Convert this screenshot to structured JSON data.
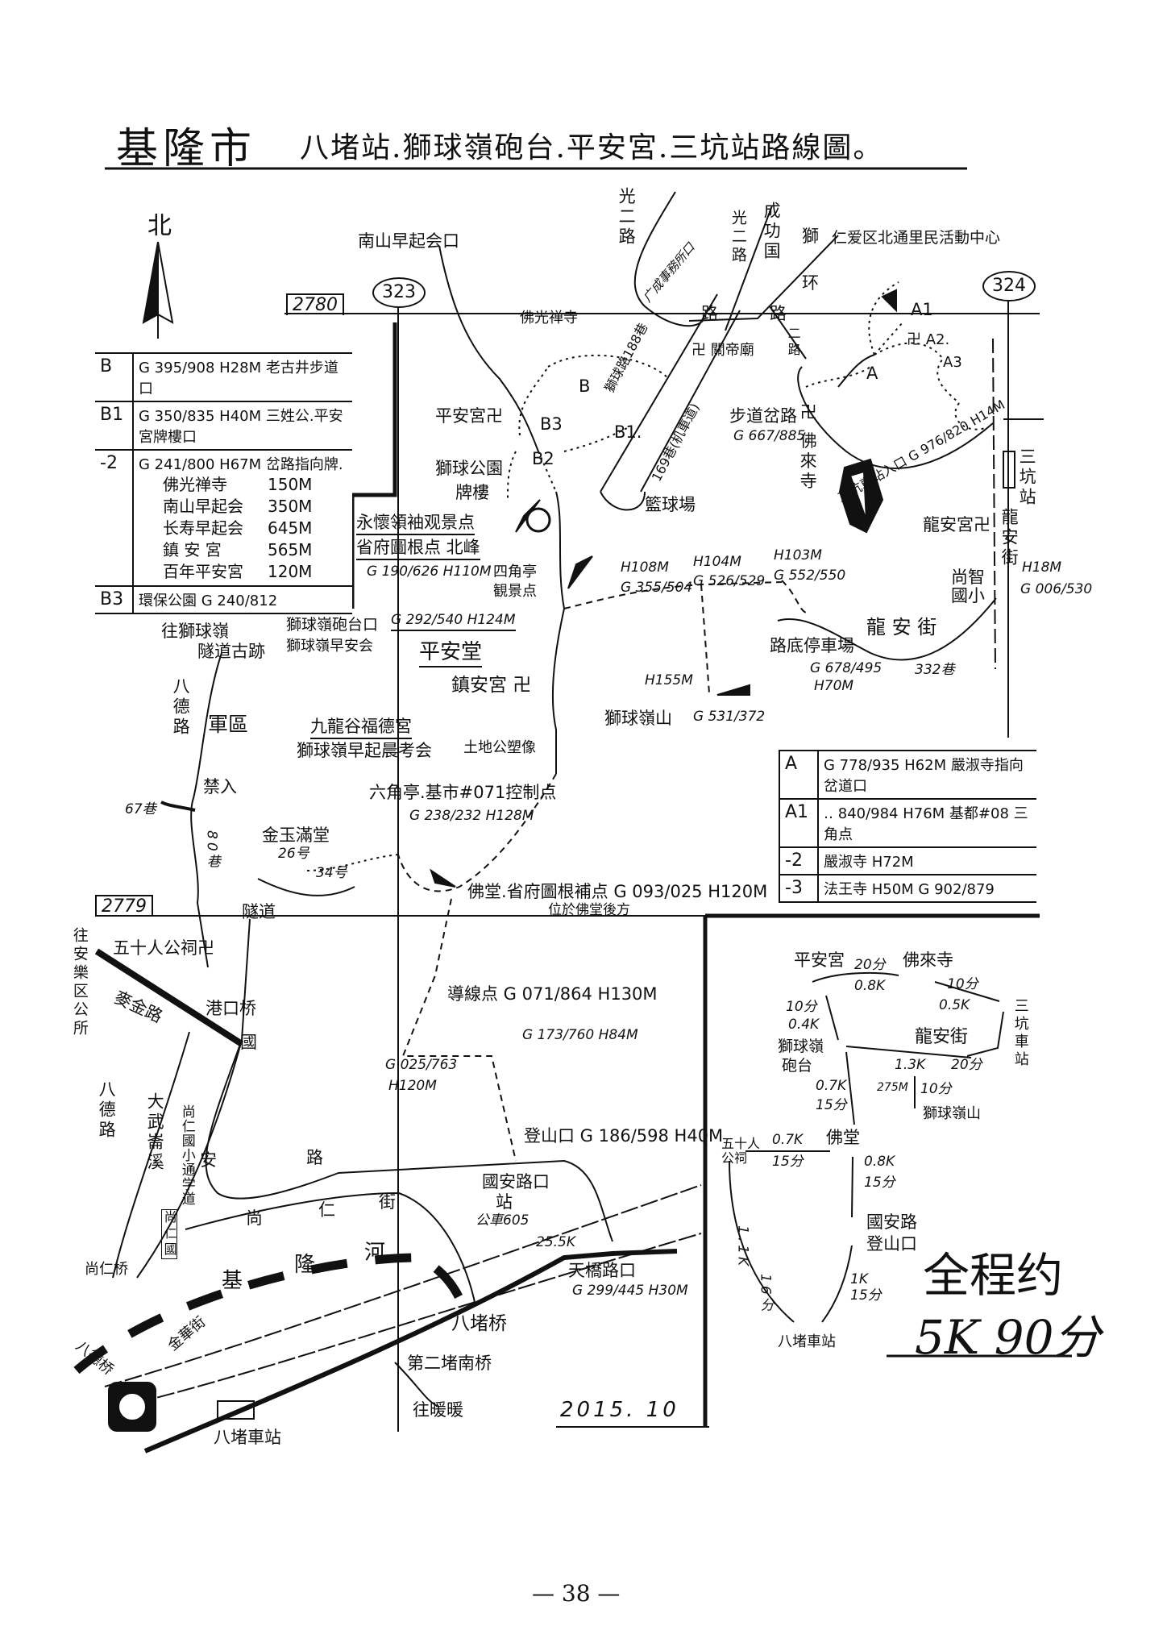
{
  "title": "基隆市",
  "subtitle": "八堵站.獅球嶺砲台.平安宮.三坑站路線圖。",
  "north": "北",
  "grid": {
    "h_top": "2780",
    "h_bottom": "2779",
    "v_left": "323",
    "v_right": "324"
  },
  "table_b": [
    {
      "key": "B",
      "text": "G 395/908 H28M 老古井步道口"
    },
    {
      "key": "B1",
      "text": "G 350/835 H40M 三姓公.平安宮牌樓口"
    },
    {
      "key": "-2",
      "text": "G 241/800 H67M 岔路指向牌.",
      "items": [
        {
          "name": "佛光禅寺",
          "dist": "150M"
        },
        {
          "name": "南山早起会",
          "dist": "350M"
        },
        {
          "name": "长寿早起会",
          "dist": "645M"
        },
        {
          "name": "鎮 安 宮",
          "dist": "565M"
        },
        {
          "name": "百年平安宮",
          "dist": "120M"
        }
      ]
    },
    {
      "key": "B3",
      "text": "環保公園 G 240/812"
    }
  ],
  "table_a": [
    {
      "key": "A",
      "text": "G 778/935 H62M 嚴淑寺指向岔道口"
    },
    {
      "key": "A1",
      "text": "‥ 840/984 H76M 基都#08 三角点"
    },
    {
      "key": "-2",
      "text": "嚴淑寺 H72M"
    },
    {
      "key": "-3",
      "text": "法王寺 H50M G 902/879"
    }
  ],
  "map": {
    "nanshan": "南山早起会口",
    "guang_er_lu": "光二路",
    "guang_er_lu2": "光二路",
    "office": "广成事務所口",
    "chenggong": "成功国",
    "shiqiu_lu": "獅",
    "huan": "环",
    "lu": "路",
    "lu2": "路",
    "center": "仁爱区北通里民活動中心",
    "foguang": "佛光禅寺",
    "lane188": "獅球路188巷",
    "lane169": "169巷(机車道)",
    "guandi": "卍 關帝廟",
    "er_lu": "二路",
    "fork": "步道岔路",
    "fork_g": "G 667/885",
    "folai": "卍 佛來寺",
    "a": "A",
    "a1": "A1",
    "a2": "卍 A2.",
    "a3": "A3",
    "sankeng_entry": "三坑車站入口 G 976/820 H14M",
    "sankeng_station": "三坑站",
    "longan_temple": "龍安宮卍",
    "longan_st_v": "龍安街",
    "h18": "H18M",
    "g006": "G 006/530",
    "shangzhi": "尚智國小",
    "longan_st": "龍 安 街",
    "lane332": "332巷",
    "parking": "路底停車場",
    "parking_g": "G 678/495",
    "parking_h": "H70M",
    "shiqiu_mt": "獅球嶺山",
    "shiqiu_mt_h": "H155M",
    "shiqiu_mt_g": "G 531/372",
    "p108_h": "H108M",
    "p108_g": "G 355/504",
    "p104_h": "H104M",
    "p104_g": "G 526/529",
    "p103_h": "H103M",
    "p103_g": "G 552/550",
    "pingan_gong": "平安宮卍",
    "b": "B",
    "b1": "B1.",
    "b2": "B2",
    "b3": "B3",
    "park_gate": "獅球公園",
    "park_gate2": "牌樓",
    "basketball": "籃球場",
    "yonghuai": "永懷領袖观景点",
    "provincial": "省府圖根点 北峰",
    "provincial_g": "G 190/626 H110M",
    "sijiao": "四角亭",
    "sijiao2": "観景点",
    "fort": "獅球嶺砲台口",
    "fort_club": "獅球嶺早安会",
    "fort_g": "G 292/540 H124M",
    "pingan_tang": "平安堂",
    "zhenan": "鎮安宮 卍",
    "jiulong": "九龍谷福德宮",
    "morning_club": "獅球嶺早起晨考会",
    "tudi": "土地公塑像",
    "liujiao": "六角亭.基市#071控制点",
    "liujiao_g": "G 238/232 H128M",
    "tunnel": "往獅球嶺",
    "tunnel2": "隧道古跡",
    "bade_lu": "八德路",
    "military": "軍區",
    "no_entry": "禁入",
    "lane67": "67巷",
    "lane80": "80巷",
    "jinyu": "金玉滿堂",
    "no26": "26号",
    "no34": "34号",
    "suidao": "隧道",
    "fotang": "佛堂.省府圖根補点 G 093/025 H120M",
    "fotang2": "位於佛堂後方",
    "daoxian": "導線点 G 071/864 H130M",
    "p173": "G 173/760 H84M",
    "p025": "G 025/763",
    "p025_h": "H120M",
    "trailhead": "登山口 G 186/598 H40M",
    "guoan_stop": "國安路口",
    "guoan_stop2": "站",
    "bus605": "公車605",
    "k255": "25.5K",
    "tianqiao": "天橋路口",
    "tianqiao_g": "G 299/445 H30M",
    "badu_bridge": "八堵桥",
    "second_bridge": "第二堵南桥",
    "to_nuannuan": "往暖暖",
    "to_anle": "往安樂区公所",
    "fifty": "五十人公祠卍",
    "maijin": "麥金路",
    "gangkou": "港口桥",
    "guo": "國",
    "bade_lu2": "八德路",
    "dawulun": "大武崙溪",
    "school_path": "尚仁國小通学道",
    "school_box": "尚仁國",
    "an": "安",
    "an_lu": "路",
    "shangren_1": "尚",
    "shangren_2": "仁",
    "shangren_3": "街",
    "river_1": "基",
    "river_2": "隆",
    "river_3": "河",
    "shangren_bridge": "尚仁桥",
    "jinhua": "金華街",
    "bade_bridge": "八德桥",
    "badu_station": "八堵車站"
  },
  "summary": {
    "pingan": "平安宮",
    "folai": "佛來寺",
    "t1": "20分",
    "d1": "0.8K",
    "t2": "10分",
    "d2": "0.5K",
    "sankeng": "三坑車站",
    "t3": "10分",
    "d3": "0.4K",
    "fort": "獅球嶺",
    "fort2": "砲台",
    "longan": "龍安街",
    "d4": "1.3K",
    "t4": "20分",
    "h275": "275M",
    "t5": "10分",
    "mt": "獅球嶺山",
    "d6": "0.7K",
    "t6": "15分",
    "fotang": "佛堂",
    "fifty": "五十人公祠",
    "d7": "0.7K",
    "t7": "15分",
    "d8": "0.8K",
    "t8": "15分",
    "guoan": "國安路",
    "guoan2": "登山口",
    "d9": "1K",
    "t9": "15分",
    "d10": "1.1K",
    "t10": "16分",
    "badu": "八堵車站",
    "total_label": "全程约",
    "total_value": "5K 90分"
  },
  "date": "2015. 10",
  "page_number": "— 38 —"
}
